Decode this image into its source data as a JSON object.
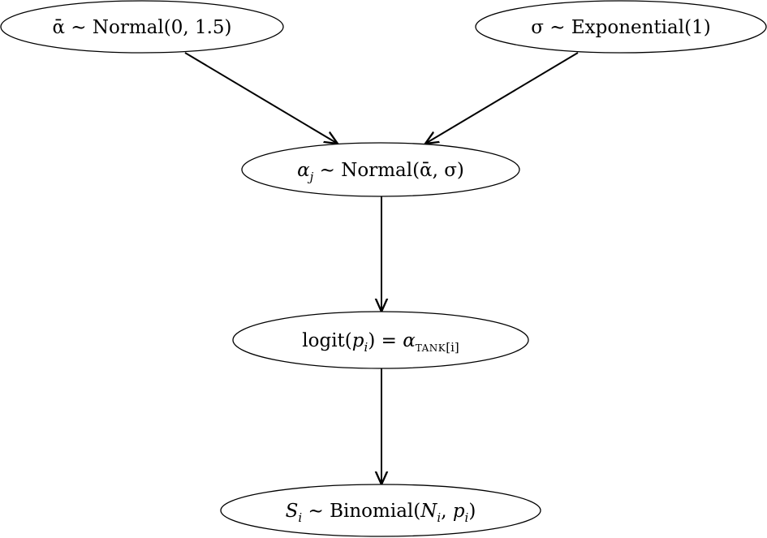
{
  "diagram": {
    "nodes": [
      {
        "id": "alpha-bar",
        "text": "ᾱ ∼ Normal(0, 1.5)"
      },
      {
        "id": "sigma",
        "text": "σ ∼ Exponential(1)"
      },
      {
        "id": "alpha-j",
        "text": "αⱼ ∼ Normal(ᾱ, σ)",
        "symbol": "α",
        "subscript": "j",
        "rest": " ∼ Normal(ᾱ, σ)"
      },
      {
        "id": "logit",
        "text": "logit(pᵢ) = α_TANK[i]",
        "prefix": "logit(",
        "p_symbol": "p",
        "p_subscript": "i",
        "middle": ") = ",
        "alpha_symbol": "α",
        "alpha_subscript_caps": "TANK",
        "alpha_subscript_index": "[i]"
      },
      {
        "id": "survival",
        "text": "Sᵢ ∼ Binomial(Nᵢ, pᵢ)",
        "s_symbol": "S",
        "s_subscript": "i",
        "mid1": " ∼ Binomial(",
        "n_symbol": "N",
        "n_subscript": "i",
        "mid2": ", ",
        "p_symbol": "p",
        "p_subscript": "i",
        "end": ")"
      }
    ],
    "edges": [
      {
        "from": "alpha-bar",
        "to": "alpha-j"
      },
      {
        "from": "sigma",
        "to": "alpha-j"
      },
      {
        "from": "alpha-j",
        "to": "logit"
      },
      {
        "from": "logit",
        "to": "survival"
      }
    ],
    "colors": {
      "stroke": "#000000",
      "background": "#ffffff"
    }
  }
}
